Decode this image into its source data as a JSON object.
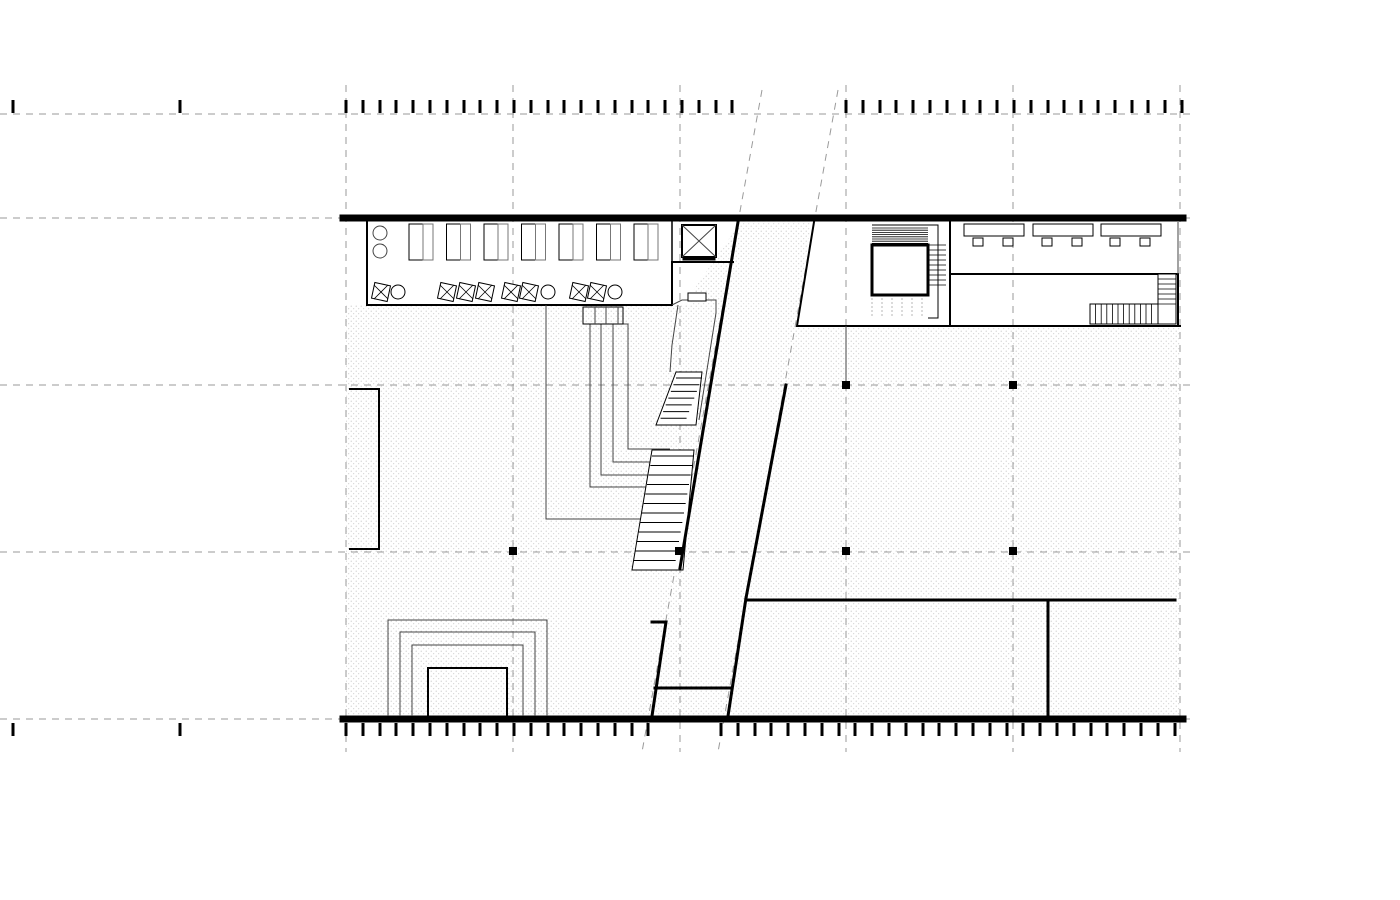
{
  "drawing": {
    "type": "architectural floor plan",
    "grid": true,
    "labels": []
  },
  "colors": {
    "line": "#000000",
    "grid": "#9a9a9a",
    "floor_hatch": "#bdbdbd",
    "background": "#ffffff"
  },
  "elements": {
    "structural_columns": 6,
    "staircases": 4,
    "elevator_shafts": 2,
    "lobby_seating_pairs": 7
  }
}
